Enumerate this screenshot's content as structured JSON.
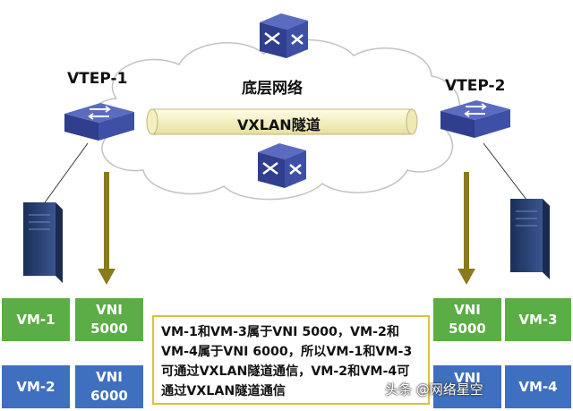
{
  "labels": {
    "underlay": "底层网络",
    "tunnel": "VXLAN隧道",
    "vtep_left": "VTEP-1",
    "vtep_right": "VTEP-2"
  },
  "left_group": {
    "row1": {
      "vm": "VM-1",
      "vni_line1": "VNI",
      "vni_line2": "5000"
    },
    "row2": {
      "vm": "VM-2",
      "vni_line1": "VNI",
      "vni_line2": "6000"
    }
  },
  "right_group": {
    "row1": {
      "vni_line1": "VNI",
      "vni_line2": "5000",
      "vm": "VM-3"
    },
    "row2": {
      "vni_line1": "VNI",
      "vm": "VM-4"
    }
  },
  "note": "VM-1和VM-3属于VNI 5000，VM-2和VM-4属于VNI 6000，所以VM-1和VM-3可通过VXLAN隧道通信，VM-2和VM-4可通过VXLAN隧道通信",
  "watermark": "头条 @网络星空",
  "colors": {
    "green": "#5bad45",
    "blue": "#3f6fbf",
    "switch": "#3a4fa0",
    "arrow": "#8a7a1e",
    "note_border": "#e0bf3a",
    "tunnel": "#f7f3c8"
  }
}
